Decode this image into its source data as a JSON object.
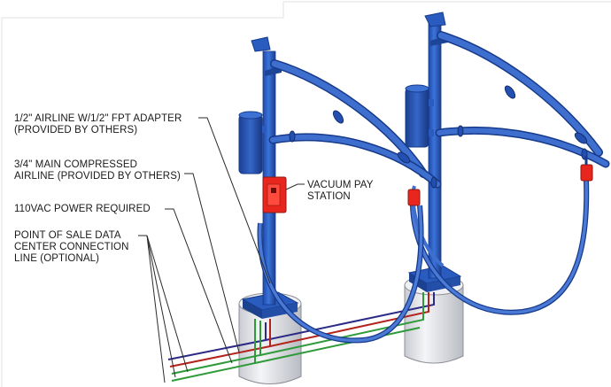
{
  "labels": {
    "airline": "1/2\" AIRLINE W/1/2\" FPT ADAPTER\n(PROVIDED BY OTHERS)",
    "main_airline": "3/4\" MAIN COMPRESSED\nAIRLINE (PROVIDED BY OTHERS)",
    "power": "110VAC POWER REQUIRED",
    "pos_line": "POINT OF SALE DATA\nCENTER CONNECTION\nLINE (OPTIONAL)",
    "vacuum_station": "VACUUM PAY\nSTATION"
  },
  "colors": {
    "frame_blue": "#2f63c9",
    "frame_dark": "#173a8a",
    "hose_blue": "#3e6fcf",
    "pay_station_red": "#e8261d",
    "air_line_red": "#b3241e",
    "data_line_navy": "#2c2a86",
    "power_line_green": "#2e9a3a",
    "base_gray": "#e4e6ea"
  },
  "icons": [
    "vacuum-arch-left",
    "vacuum-arch-right",
    "vacuum-canister",
    "pay-station-box",
    "concrete-base"
  ]
}
